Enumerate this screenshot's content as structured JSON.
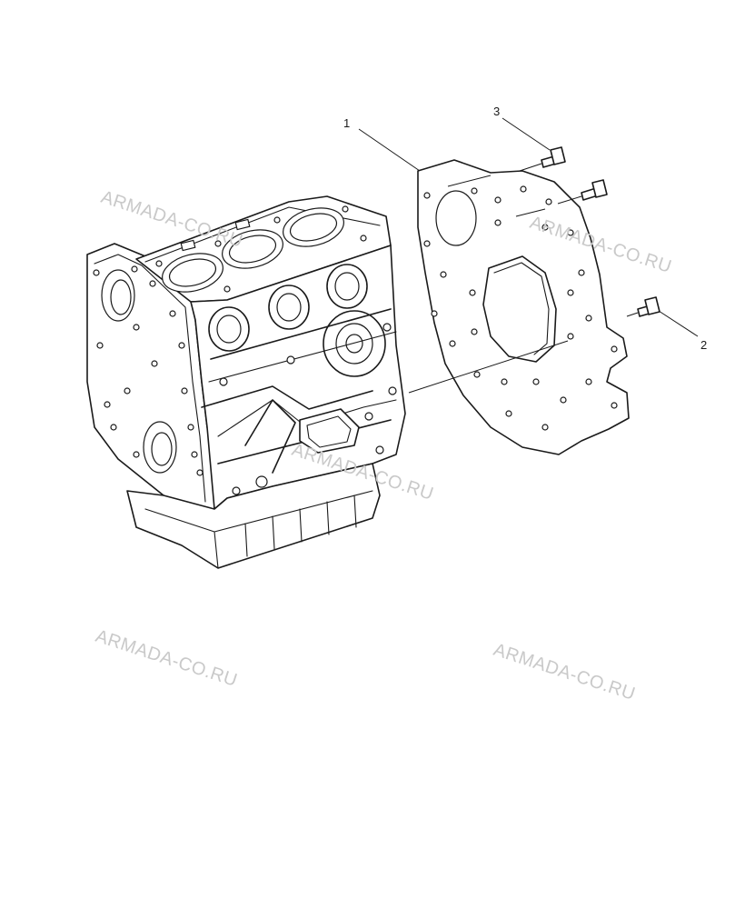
{
  "callouts": {
    "part1": "1",
    "part2": "2",
    "part3": "3"
  },
  "watermarks": [
    "ARMADA-CO.RU",
    "ARMADA-CO.RU",
    "ARMADA-CO.RU",
    "ARMADA-CO.RU",
    "ARMADA-CO.RU"
  ],
  "colors": {
    "line": "#1a1a1a",
    "watermark": "#c9c9c9",
    "background": "#ffffff"
  }
}
